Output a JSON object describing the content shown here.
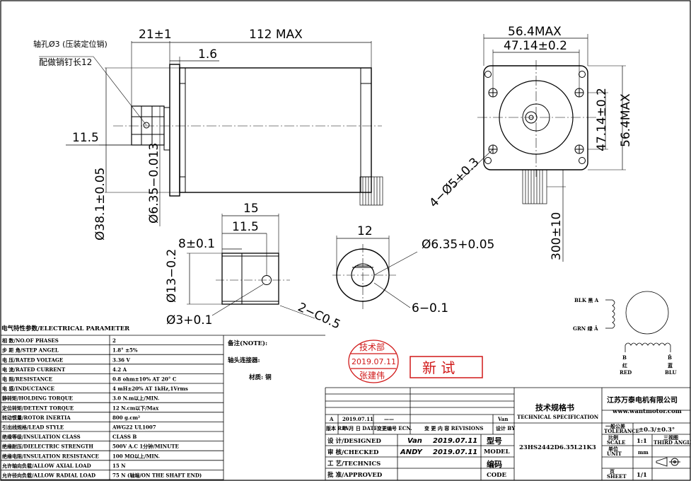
{
  "dims": {
    "top_21": "21±1",
    "top_112": "112 MAX",
    "top_1_6": "1.6",
    "left_11_5": "11.5",
    "d38": "Ø38.1±0.05",
    "d635_tol": "Ø6.35−0.013",
    "hole_note1": "轴孔Ø3 (压装定位销)",
    "hole_note2": "配做销钉长12",
    "w564": "56.4MAX",
    "w4714": "47.14±0.2",
    "h4714": "47.14±0.2",
    "h564": "56.4MAX",
    "holes": "4−Ø5+0.3",
    "lead": "300±10",
    "c15": "15",
    "c115": "11.5",
    "c8": "8±0.1",
    "c13": "Ø13−0.2",
    "c3": "Ø3+0.1",
    "c2co5": "2−C0.5",
    "s12": "12",
    "s635": "Ø6.35+0.05",
    "s6": "6−0.1"
  },
  "wiring": {
    "blk": "BLK 黑 A",
    "grn": "GRN 绿 Ā",
    "b": "B",
    "bbar": "B̄",
    "red": "红",
    "red_en": "RED",
    "blu": "蓝",
    "blu_en": "BLU"
  },
  "params": {
    "title": "电气特性参数/ELECTRICAL PARAMETER",
    "rows": [
      {
        "k": "相  数/NO.OF PHASES",
        "v": "2"
      },
      {
        "k": "步 距 角/STEP ANGEL",
        "v": "1.8° ±5%"
      },
      {
        "k": "电  压/RATED VOLTAGE",
        "v": "3.36 V"
      },
      {
        "k": "电  流/RATED CURRENT",
        "v": "4.2 A"
      },
      {
        "k": "电  阻/RESISTANCE",
        "v": "0.8 ohm±10%     AT 20° C"
      },
      {
        "k": "电  感/INDUCTANCE",
        "v": "4 mH±20%          AT 1kHz,1Vrms"
      },
      {
        "k": "静转矩/HOLDING TORQUE",
        "v": "3.0 N.m以上/MIN."
      },
      {
        "k": "定位转矩/DETENT TORQUE",
        "v": "12 N.cm以下/Max"
      },
      {
        "k": "转动惯量/ROTOR INERTIA",
        "v": "800 g.cm²"
      },
      {
        "k": "引出线规格/LEAD STYLE",
        "v": "AWG22 UL1007"
      },
      {
        "k": "绝缘等级/INSULATION CLASS",
        "v": "CLASS B"
      },
      {
        "k": "绝缘耐压/DIELECTRIC STRENGTH",
        "v": "500V A.C 1分钟/MINUTE"
      },
      {
        "k": "绝缘电阻/INSULATION RESISTANCE",
        "v": "100 MΩ以上/MIN."
      },
      {
        "k": "允许轴向负载/ALLOW AXIAL LOAD",
        "v": "15 N"
      },
      {
        "k": "允许径向负载/ALLOW RADIAL LOAD",
        "v": "75 N (轴端/ON THE SHAFT END)"
      }
    ]
  },
  "notes": {
    "note": "备注(NOTE):",
    "connector": "轴头连接器:",
    "material": "材质: 铜"
  },
  "stamps": {
    "dept": "技术部",
    "date": "2019.07.11",
    "person": "张建伟",
    "new": "新  试"
  },
  "titleblock": {
    "rev_a": "A",
    "rev_date": "2019.07.11",
    "rev_dash": "——",
    "rev_by": "Van",
    "rev_h1": "版本 REV.",
    "rev_h2": "年 月 日 DATE",
    "rev_h3": "变更编号 ECN.",
    "rev_h4": "变 更 内 容 REVISIONS",
    "rev_h5": "设计 BY",
    "designed": "设 计/DESIGNED",
    "checked": "审 核/CHECKED",
    "technics": "工 艺/TECHNICS",
    "approved": "批 准/APPROVED",
    "designer": "Van",
    "checker": "ANDY",
    "d1": "2019.07.11",
    "d2": "2019.07.11",
    "model_cn": "型号",
    "model_en": "MODEL",
    "code_cn": "编码",
    "code_en": "CODE",
    "model_val": "23HS2442D6.35L21K3",
    "spec_cn": "技术规格书",
    "spec_en": "TECHNICAL SPECIFICATION",
    "company": "江苏万泰电机有限公司",
    "web": "www.wantmotor.com",
    "tol_cn": "一般公差",
    "tol_en": "TOLERANCE",
    "tol_val": "±0.3/±0.3°",
    "scale_cn": "比例",
    "scale_en": "SCALE",
    "scale_val": "1:1",
    "proj_cn": "三视图",
    "proj_en": "THIRD ANGLE PROJECTION",
    "unit_cn": "单位",
    "unit_en": "UNIT",
    "unit_val": "mm",
    "sheet_cn": "页",
    "sheet_en": "SHEET",
    "sheet_val": "1/1"
  }
}
